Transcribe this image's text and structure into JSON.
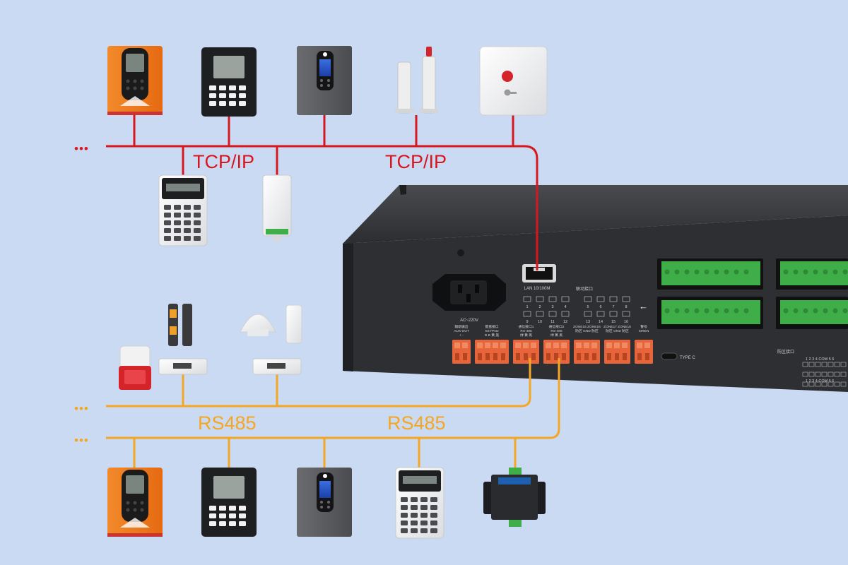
{
  "labels": {
    "tcp_left": "TCP/IP",
    "tcp_right": "TCP/IP",
    "rs485_left": "RS485",
    "rs485_right": "RS485",
    "ellipsis": "•••"
  },
  "panel": {
    "ac_label": "AC~220V",
    "lan_label": "LAN 10/100M",
    "linkage_title": "联动接口",
    "linkage_nums_top": [
      "1",
      "2",
      "3",
      "4",
      "5",
      "6",
      "7",
      "8"
    ],
    "linkage_nums_bottom": [
      "9",
      "10",
      "11",
      "12",
      "13",
      "14",
      "15",
      "16"
    ],
    "type_c_label": "TYPE C",
    "zone_label": "防区接口",
    "zone_row": "1 2 3 4 COM 5 6",
    "term_groups": [
      {
        "label": "辅助输出\nAUX-OUT\n+  -",
        "pins": 2
      },
      {
        "label": "键盘接口\nKEYPAD\nD  B  黄  黑",
        "pins": 4
      },
      {
        "label": "通信接口1\nRS-485\n绿  黄  黑",
        "pins": 3
      },
      {
        "label": "通信接口2\nRS-485\n绿  黄  黑",
        "pins": 3
      },
      {
        "label": "ZONE15  ZONE16\n防区  GND  防区",
        "pins": 3
      },
      {
        "label": "ZONE17  ZONE18\n防区  GND  防区",
        "pins": 3
      },
      {
        "label": "警号\nSIREN",
        "pins": 2
      }
    ]
  },
  "colors": {
    "tcp_line": "#d9161e",
    "rs485_line": "#f5a623",
    "background": "#c9daf2",
    "chassis": "#2a2b2e",
    "terminal_orange": "#e8643a",
    "terminal_green": "#3fae49"
  }
}
